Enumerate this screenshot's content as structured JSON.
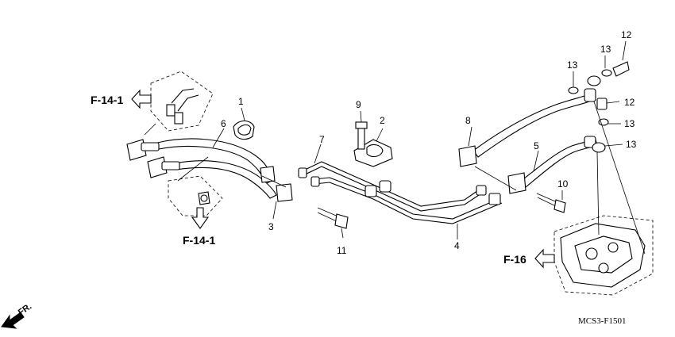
{
  "callouts": {
    "c1": "1",
    "c2": "2",
    "c3": "3",
    "c4": "4",
    "c5": "5",
    "c6": "6",
    "c7": "7",
    "c8": "8",
    "c9": "9",
    "c10": "10",
    "c11": "11",
    "c12a": "12",
    "c12b": "12",
    "c13a": "13",
    "c13b": "13",
    "c13c": "13",
    "c13d": "13"
  },
  "references": {
    "upper_left": "F-14-1",
    "lower_left": "F-14-1",
    "right": "F-16"
  },
  "direction_label": "FR.",
  "diagram_code": "MCS3-F1501"
}
